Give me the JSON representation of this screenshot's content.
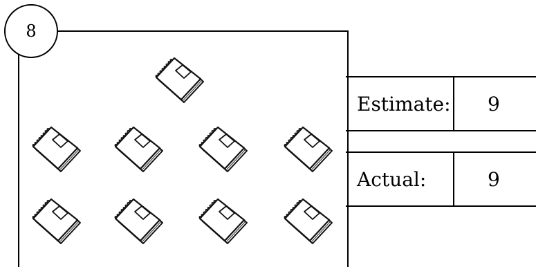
{
  "badge": {
    "number": "8"
  },
  "estimate": {
    "label": "Estimate:",
    "value": "9"
  },
  "actual": {
    "label": "Actual:",
    "value": "9"
  },
  "items": {
    "icon": "notebook-icon",
    "count": 9
  }
}
